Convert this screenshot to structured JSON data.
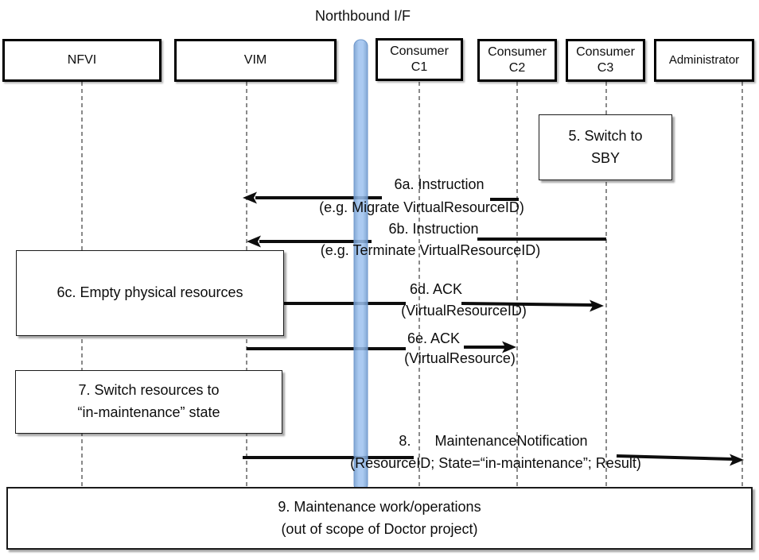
{
  "title": "Northbound I/F",
  "actors": [
    {
      "name": "NFVI",
      "lines": [
        "NFVI"
      ]
    },
    {
      "name": "VIM",
      "lines": [
        "VIM"
      ]
    },
    {
      "name": "Consumer C1",
      "lines": [
        "Consumer",
        "C1"
      ]
    },
    {
      "name": "Consumer C2",
      "lines": [
        "Consumer",
        "C2"
      ]
    },
    {
      "name": "Consumer C3",
      "lines": [
        "Consumer",
        "C3"
      ]
    },
    {
      "name": "Administrator",
      "lines": [
        "Administrator"
      ]
    }
  ],
  "notes": {
    "switch_to_sby": {
      "lines": [
        "5. Switch to",
        "SBY"
      ]
    },
    "empty_physical_resources": {
      "lines": [
        "6c. Empty physical resources"
      ]
    },
    "switch_resources": {
      "lines": [
        "7. Switch resources to",
        "“in-maintenance” state"
      ]
    },
    "maintenance_work": {
      "lines": [
        "9. Maintenance work/operations",
        "(out of scope of Doctor project)"
      ]
    }
  },
  "messages": {
    "m6a": {
      "label": "6a. Instruction",
      "detail": "(e.g. Migrate VirtualResourceID)",
      "from": "Consumer C2",
      "to": "VIM"
    },
    "m6b": {
      "label": "6b. Instruction",
      "detail": "(e.g. Terminate VirtualResourceID)",
      "from": "Consumer C3",
      "to": "VIM"
    },
    "m6d": {
      "label": "6d. ACK",
      "detail": "(VirtualResourceID)",
      "from": "VIM",
      "to": "Consumer C3"
    },
    "m6e": {
      "label": "6e. ACK",
      "detail": "(VirtualResource)",
      "from": "VIM",
      "to": "Consumer C2"
    },
    "m8": {
      "label": "8.      MaintenanceNotification",
      "detail": "(ResourceID; State=“in-maintenance”; Result)",
      "from": "VIM",
      "to": "Administrator"
    }
  },
  "colors": {
    "bar_edge": "#6d97cc",
    "bar_fill": "#9cc1ef",
    "arrow": "#000000",
    "lifeline": "#595959"
  }
}
